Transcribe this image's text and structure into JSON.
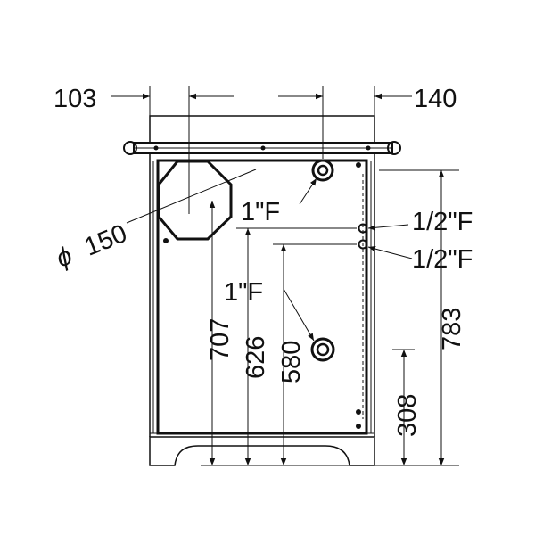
{
  "diagram": {
    "dimensions": {
      "left_offset": "103",
      "right_offset": "140",
      "flue_diameter": "150",
      "diameter_symbol": "ϕ",
      "height_flue": "707",
      "height_upper_pipe": "626",
      "height_lower_pipe": "580",
      "height_total": "783",
      "height_bottom_port": "308"
    },
    "connections": {
      "top_port": "1\"F",
      "upper_side_port": "1/2\"F",
      "lower_side_port": "1/2\"F",
      "bottom_port": "1\"F"
    }
  }
}
